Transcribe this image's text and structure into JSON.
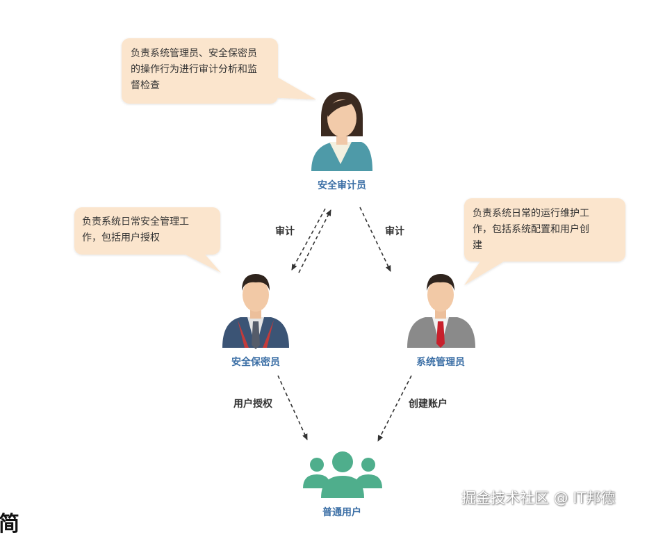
{
  "nodes": {
    "auditor": {
      "label": "安全审计员",
      "icon": "female-person-icon",
      "shirt_color": "#4e9aa8"
    },
    "security_officer": {
      "label": "安全保密员",
      "icon": "male-person-icon",
      "suit_color": "#3b5475",
      "tie_color": "#c23b3b"
    },
    "sys_admin": {
      "label": "系统管理员",
      "icon": "male-person-icon",
      "suit_color": "#8a8a8a",
      "tie_color": "#c8202c"
    },
    "users": {
      "label": "普通用户",
      "icon": "user-group-icon",
      "color": "#4fae8c"
    }
  },
  "bubbles": {
    "auditor": [
      "负责系统管理员、安全保密员",
      "的操作行为进行审计分析和监",
      "督检查"
    ],
    "security_officer": [
      "负责系统日常安全管理工",
      "作，包括用户授权"
    ],
    "sys_admin": [
      "负责系统日常的运行维护工",
      "作，包括系统配置和用户创",
      "建"
    ],
    "fill_color": "#fbe5cd"
  },
  "edges": {
    "audit_left": "审计",
    "audit_right": "审计",
    "user_auth": "用户授权",
    "create_account": "创建账户"
  },
  "watermark": "掘金技术社区 @ IT邦德",
  "corner_text": "简"
}
